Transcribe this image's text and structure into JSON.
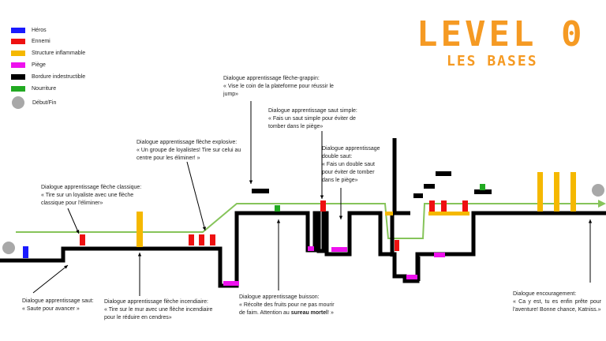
{
  "title": "LEVEL 0",
  "subtitle": "LES BASES",
  "colors": {
    "hero": "#1a1aff",
    "enemy": "#ee1111",
    "flammable": "#f5b800",
    "trap": "#ee11ee",
    "border": "#000000",
    "food": "#22aa22",
    "start_end": "#a8a8a8",
    "path": "#86c45a",
    "title": "#f59a23"
  },
  "legend": [
    {
      "key": "hero",
      "label": "Héros"
    },
    {
      "key": "enemy",
      "label": "Ennemi"
    },
    {
      "key": "flammable",
      "label": "Structure inflammable"
    },
    {
      "key": "trap",
      "label": "Piège"
    },
    {
      "key": "border",
      "label": "Bordure indestructible"
    },
    {
      "key": "food",
      "label": "Nourriture"
    },
    {
      "key": "start_end",
      "label": "Début/Fin"
    }
  ],
  "annotations": {
    "grappin": {
      "head": "Dialogue apprentissage flèche-grappin:",
      "body": "« Vise le coin de la plateforme pour réussir le jump»"
    },
    "saut_simple": {
      "head": "Dialogue apprentissage saut simple:",
      "body": "« Fais un saut simple pour éviter de tomber dans le piège»"
    },
    "explosive": {
      "head": "Dialogue apprentissage flèche explosive:",
      "body": "« Un groupe de loyalistes! Tire sur celui au centre pour les éliminer! »"
    },
    "double_saut": {
      "head": "Dialogue apprentissage double saut:",
      "body": "« Fais un double saut pour éviter de tomber dans le piège»"
    },
    "classique": {
      "head": "Dialogue apprentissage flèche classique:",
      "body": "« Tire sur un loyaliste avec une flèche classique pour l'éliminer»"
    },
    "saut": {
      "head": "Dialogue apprentissage saut:",
      "body": "« Saute pour avancer »"
    },
    "incendiaire": {
      "head": "Dialogue apprentissage flèche incendiaire:",
      "body": "« Tire sur le mur avec une flèche incendiaire pour le réduire en cendres»"
    },
    "buisson": {
      "head": "Dialogue apprentissage buisson:",
      "body": "« Récolte des fruits pour ne pas mourir de faim. Attention au",
      "body_bold": "sureau mortel",
      "body_end": "! »"
    },
    "encouragement": {
      "head": "Dialogue encouragement:",
      "body": "« Ca y est, tu es enfin prête pour l'aventure! Bonne chance, Katniss.»"
    }
  }
}
